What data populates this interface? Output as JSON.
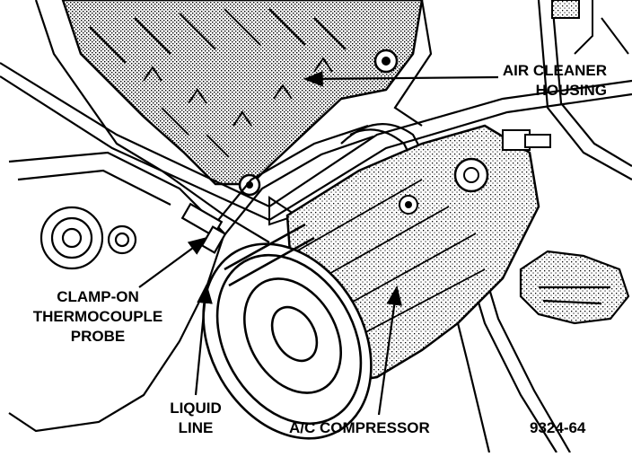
{
  "diagram": {
    "labels": {
      "air_cleaner": [
        "AIR CLEANER",
        "HOUSING"
      ],
      "probe": [
        "CLAMP-ON",
        "THERMOCOUPLE",
        "PROBE"
      ],
      "liquid_line": [
        "LIQUID",
        "LINE"
      ],
      "compressor": "A/C COMPRESSOR",
      "figure_id": "9324-64"
    },
    "colors": {
      "ink": "#000000",
      "paper": "#ffffff",
      "stipple": "#9a9a9a"
    }
  }
}
